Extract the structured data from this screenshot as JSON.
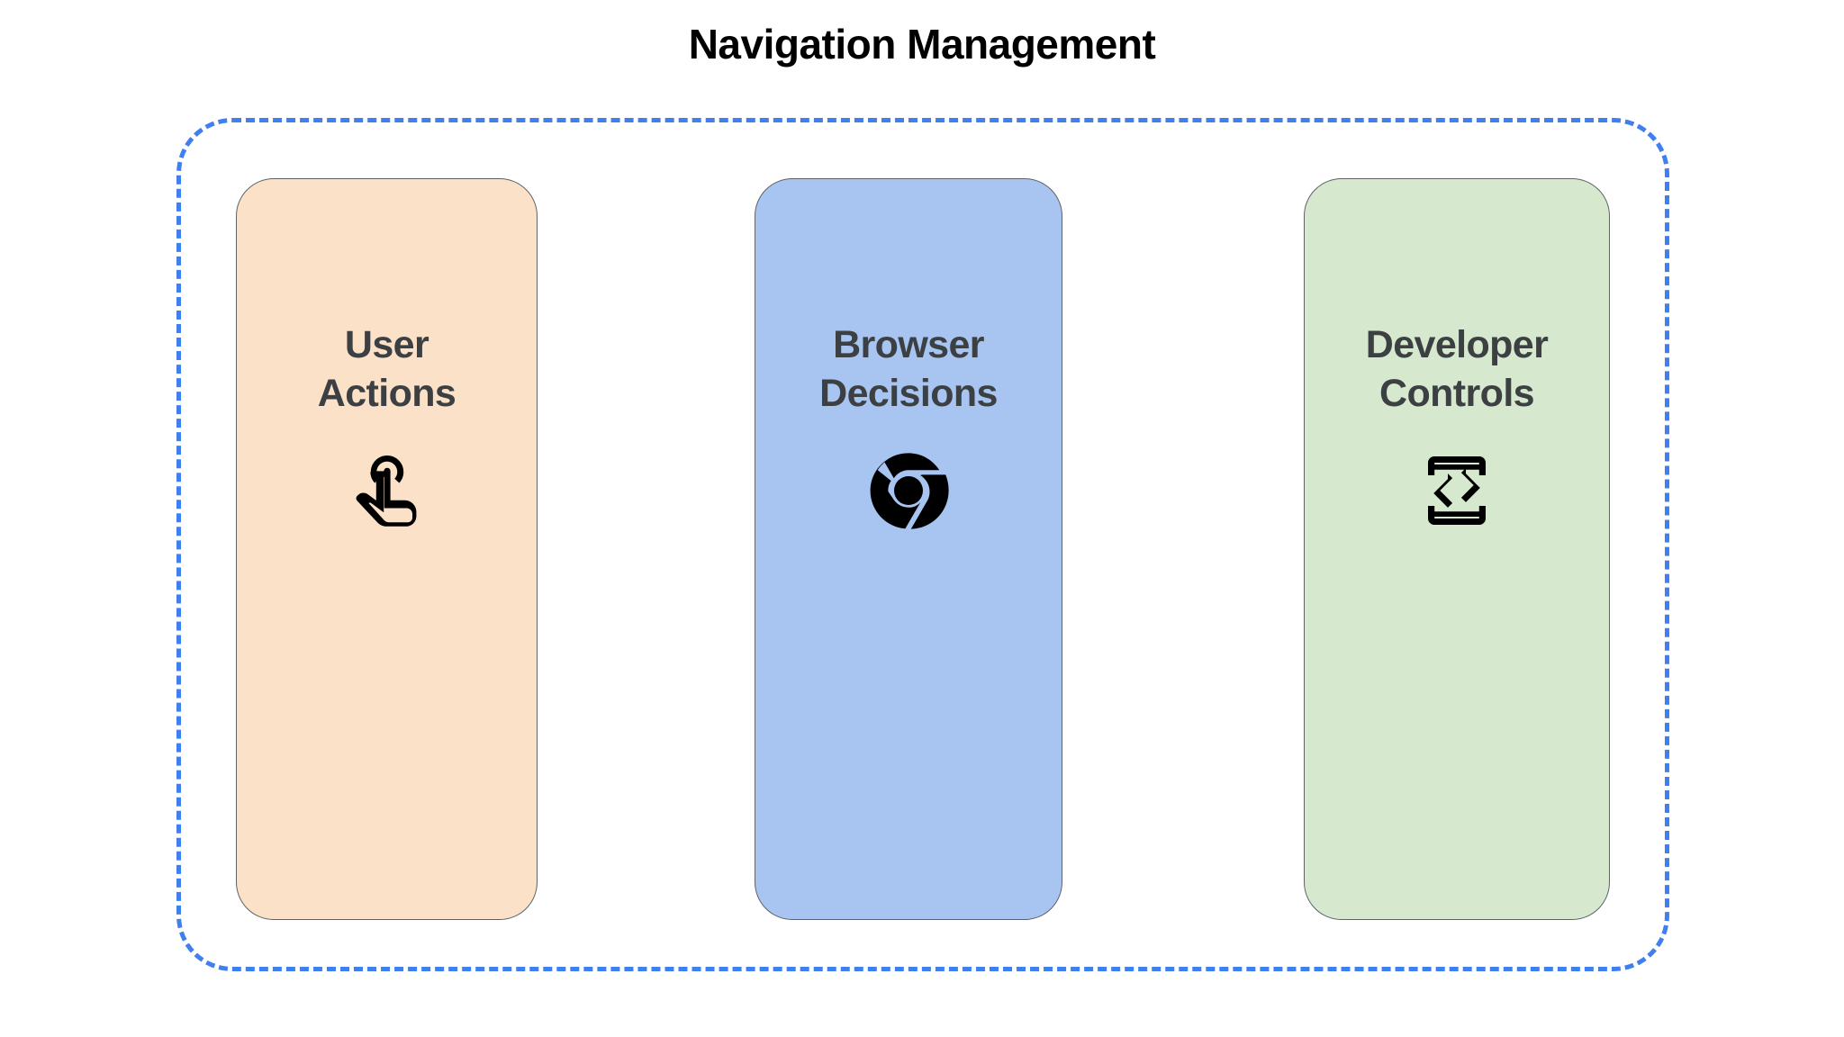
{
  "diagram": {
    "title": "Navigation Management",
    "title_color": "#000000",
    "frame": {
      "name": "navigation-management-group",
      "border_style": "dashed",
      "border_color": "#3f7ff0"
    },
    "cards": [
      {
        "id": "user-actions",
        "label": "User\nActions",
        "label_line1": "User",
        "label_line2": "Actions",
        "fill_color": "#fae1c8",
        "border_color": "#5f6368",
        "text_color": "#3c4043",
        "icon": "touch-app-icon",
        "icon_color": "#000000"
      },
      {
        "id": "browser-decisions",
        "label": "Browser\nDecisions",
        "label_line1": "Browser",
        "label_line2": "Decisions",
        "fill_color": "#a8c4f0",
        "border_color": "#5f6368",
        "text_color": "#3c4043",
        "icon": "chrome-browser-icon",
        "icon_color": "#000000"
      },
      {
        "id": "developer-controls",
        "label": "Developer\nControls",
        "label_line1": "Developer",
        "label_line2": "Controls",
        "fill_color": "#d6e8cd",
        "border_color": "#5f6368",
        "text_color": "#3c4043",
        "icon": "developer-mode-icon",
        "icon_color": "#000000"
      }
    ]
  }
}
